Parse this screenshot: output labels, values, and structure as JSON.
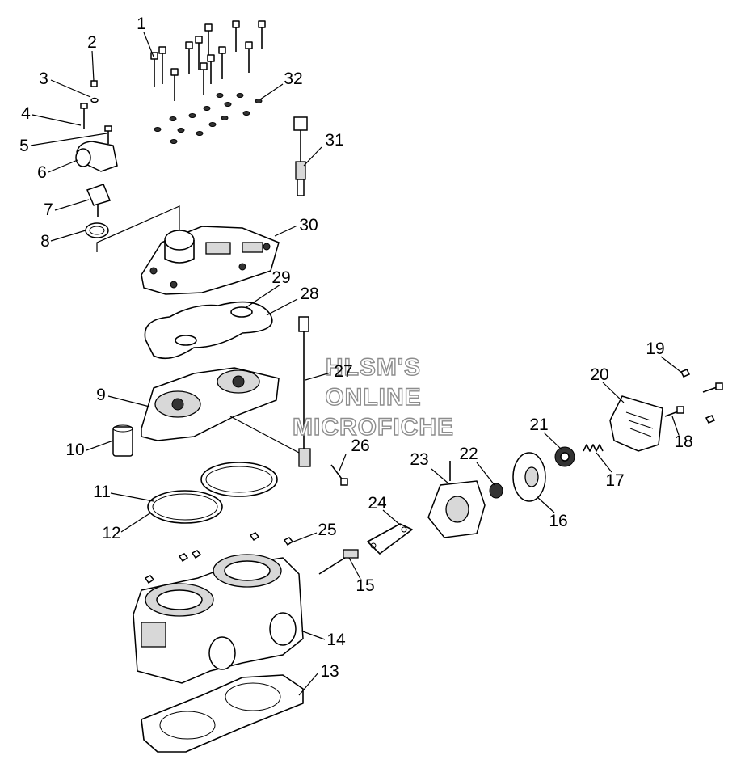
{
  "watermark": {
    "line1": "HLSM'S",
    "line2": "ONLINE",
    "line3": "MICROFICHE"
  },
  "callouts": [
    "1",
    "2",
    "3",
    "4",
    "5",
    "6",
    "7",
    "8",
    "9",
    "10",
    "11",
    "12",
    "13",
    "14",
    "15",
    "16",
    "17",
    "18",
    "19",
    "20",
    "21",
    "22",
    "23",
    "24",
    "25",
    "26",
    "27",
    "28",
    "29",
    "30",
    "31",
    "32"
  ]
}
